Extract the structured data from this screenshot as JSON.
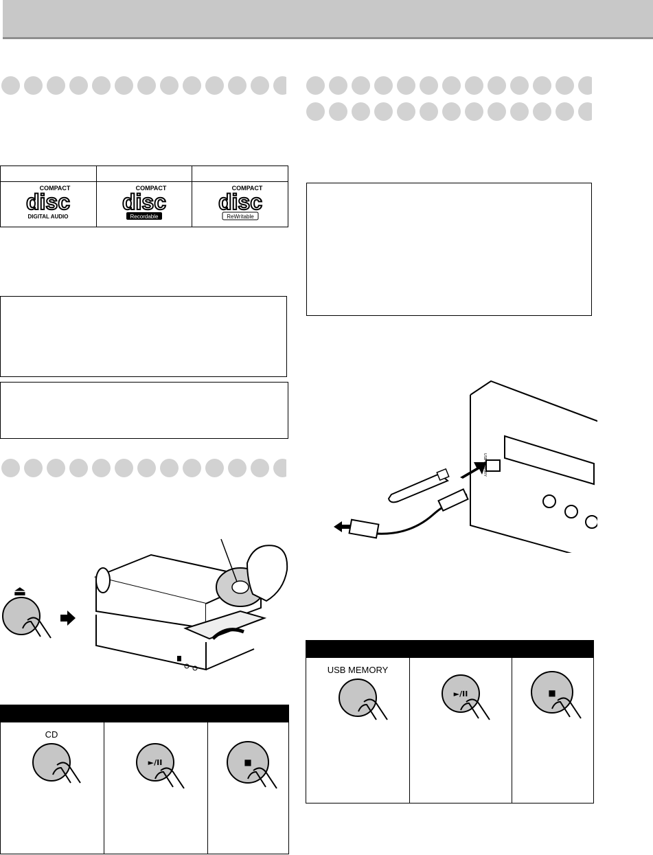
{
  "disc_logos": [
    {
      "brand": "COMPACT",
      "word": "disc",
      "sub": "DIGITAL AUDIO"
    },
    {
      "brand": "COMPACT",
      "word": "disc",
      "sub": "Recordable"
    },
    {
      "brand": "COMPACT",
      "word": "disc",
      "sub": "ReWritable"
    }
  ],
  "cd_buttons": {
    "cd": "CD",
    "play_pause": "►/II",
    "stop": "■",
    "eject": "⏏"
  },
  "usb_buttons": {
    "usb_memory": "USB MEMORY",
    "play_pause": "►/II",
    "stop": "■"
  },
  "panel_labels": {
    "usb_port": "USB MEMORY"
  }
}
